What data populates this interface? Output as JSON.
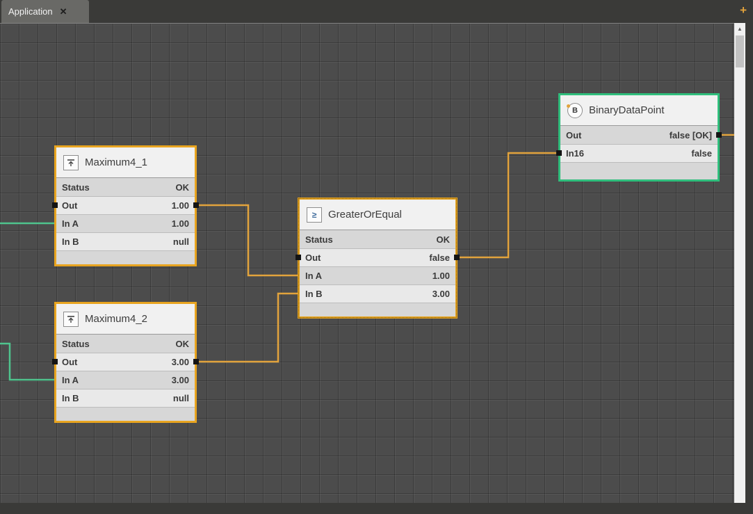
{
  "tab_bar": {
    "active_tab": "Application",
    "close_icon": "✕",
    "add_button": "+"
  },
  "scrollbar": {
    "up_arrow": "▲"
  },
  "colors": {
    "wire_orange": "#E2A33C",
    "wire_green": "#4FC48E",
    "selected_node_border": "#E8A41F",
    "datapoint_node_border": "#2FBE7C"
  },
  "icons": {
    "greater_or_equal": "≥",
    "binary": "B"
  },
  "nodes": [
    {
      "title": "Maximum4_1",
      "rows": [
        {
          "label": "Status",
          "value": "OK"
        },
        {
          "label": "Out",
          "value": "1.00"
        },
        {
          "label": "In A",
          "value": "1.00"
        },
        {
          "label": "In B",
          "value": "null"
        }
      ]
    },
    {
      "title": "Maximum4_2",
      "rows": [
        {
          "label": "Status",
          "value": "OK"
        },
        {
          "label": "Out",
          "value": "3.00"
        },
        {
          "label": "In A",
          "value": "3.00"
        },
        {
          "label": "In B",
          "value": "null"
        }
      ]
    },
    {
      "title": "GreaterOrEqual",
      "rows": [
        {
          "label": "Status",
          "value": "OK"
        },
        {
          "label": "Out",
          "value": "false"
        },
        {
          "label": "In A",
          "value": "1.00"
        },
        {
          "label": "In B",
          "value": "3.00"
        }
      ]
    },
    {
      "title": "BinaryDataPoint",
      "rows": [
        {
          "label": "Out",
          "value": "false [OK]"
        },
        {
          "label": "In16",
          "value": "false"
        }
      ]
    }
  ]
}
